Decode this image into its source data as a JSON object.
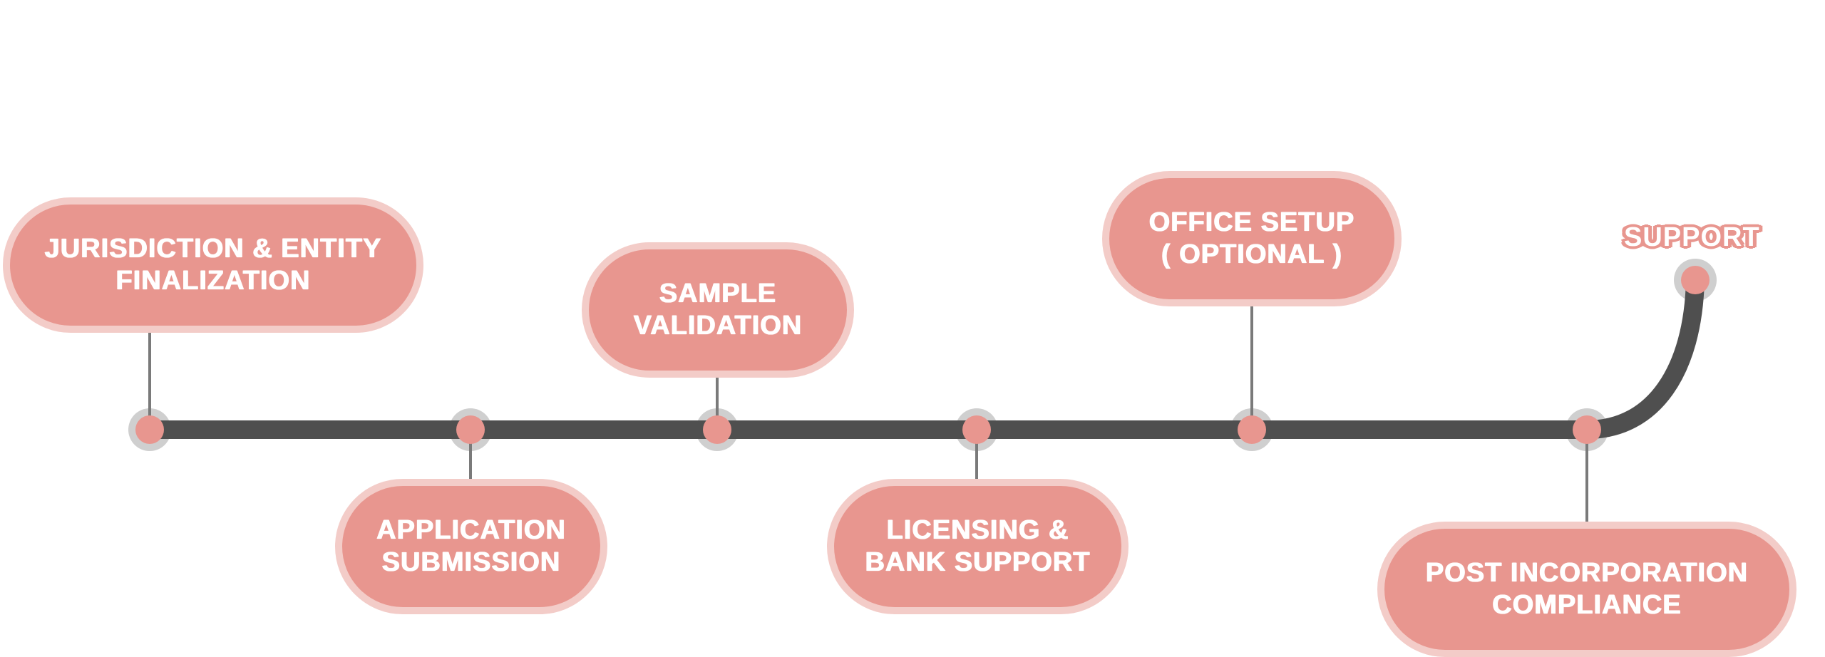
{
  "diagram": {
    "type": "process-timeline",
    "colors": {
      "track": "#4f4f4f",
      "node_fill": "#e8968f",
      "node_halo": "#cfcfcf",
      "connector": "#7a7a7a",
      "pill_fill": "#e8968f",
      "pill_border": "#f3ccc8",
      "text": "#ffffff"
    },
    "steps": [
      {
        "id": 1,
        "label": "JURISDICTION & ENTITY\nFINALIZATION",
        "position": "above"
      },
      {
        "id": 2,
        "label": "APPLICATION\nSUBMISSION",
        "position": "below"
      },
      {
        "id": 3,
        "label": "SAMPLE\nVALIDATION",
        "position": "above"
      },
      {
        "id": 4,
        "label": "LICENSING &\nBANK SUPPORT",
        "position": "below"
      },
      {
        "id": 5,
        "label": "OFFICE SETUP\n( OPTIONAL )",
        "position": "above"
      },
      {
        "id": 6,
        "label": "POST INCORPORATION\nCOMPLIANCE",
        "position": "below"
      },
      {
        "id": 7,
        "label": "SUPPORT",
        "position": "end"
      }
    ]
  }
}
